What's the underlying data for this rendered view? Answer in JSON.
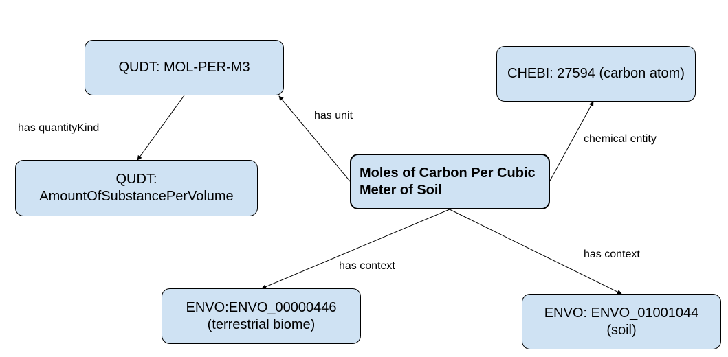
{
  "nodes": {
    "center": {
      "label": "Moles of Carbon Per Cubic Meter of Soil"
    },
    "unit": {
      "label": "QUDT: MOL-PER-M3"
    },
    "quantity_kind": {
      "label": "QUDT: AmountOfSubstancePerVolume"
    },
    "chemical": {
      "label": "CHEBI: 27594 (carbon atom)"
    },
    "biome": {
      "label": "ENVO:ENVO_00000446 (terrestrial biome)"
    },
    "soil": {
      "label": "ENVO: ENVO_01001044 (soil)"
    }
  },
  "edges": {
    "has_unit": {
      "label": "has unit"
    },
    "has_quantity_kind": {
      "label": "has quantityKind"
    },
    "chemical_entity": {
      "label": "chemical entity"
    },
    "has_context_biome": {
      "label": "has context"
    },
    "has_context_soil": {
      "label": "has context"
    }
  },
  "colors": {
    "node_fill": "#cfe2f3",
    "node_border": "#000000",
    "edge": "#000000"
  }
}
